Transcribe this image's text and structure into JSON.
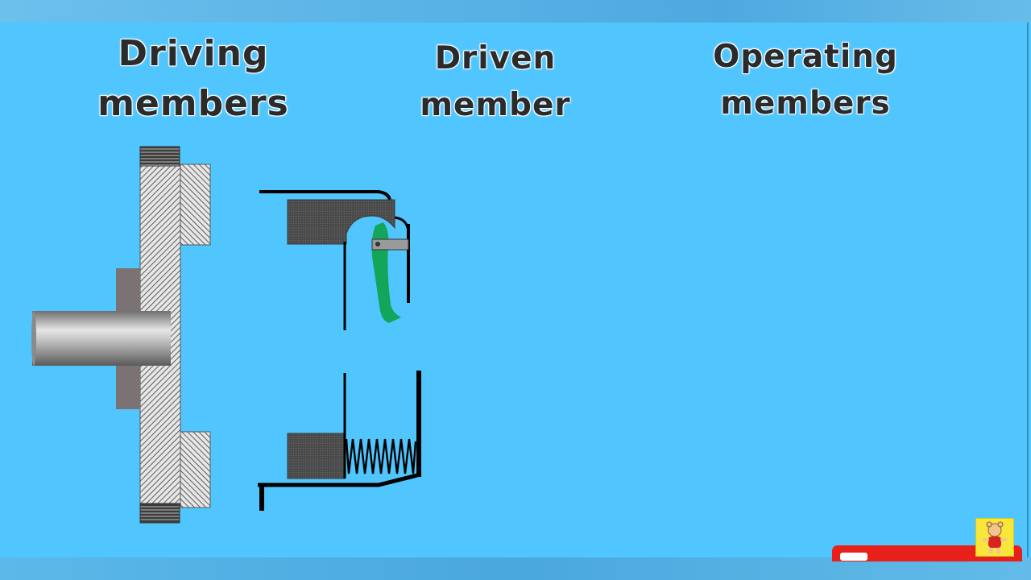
{
  "headings": {
    "driving": [
      "Driving",
      "members"
    ],
    "driven": [
      "Driven",
      "member"
    ],
    "operating": [
      "Operating",
      "members"
    ]
  },
  "icons": {
    "subscribe": "subscribe-icon",
    "channel_mascot": "mascot-icon"
  },
  "colors": {
    "background": "#51c6fe",
    "lever": "#13a55a",
    "pressure_plate": "#4a4a4a",
    "flywheel_hatch": "#c9c9c9",
    "hub": "#7b7373",
    "subscribe_badge": "#e8201c"
  }
}
